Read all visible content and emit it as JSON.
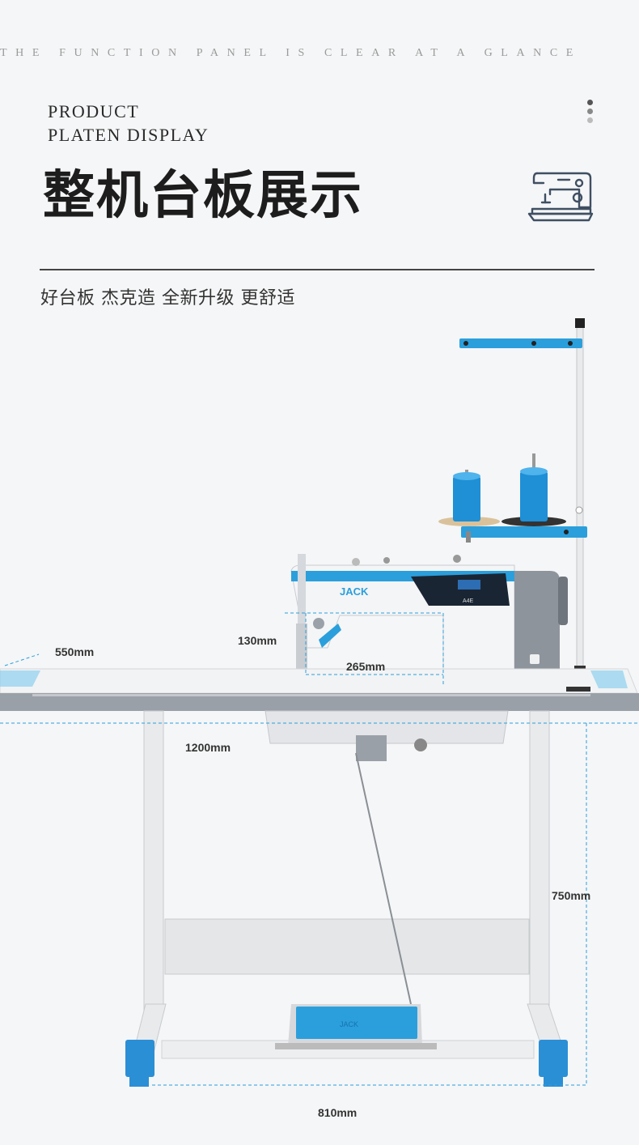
{
  "header": {
    "tagline": "THE FUNCTION PANEL IS CLEAR AT A GLANCE",
    "english_title_line1": "PRODUCT",
    "english_title_line2": "PLATEN DISPLAY",
    "chinese_title": "整机台板展示",
    "divider_icon": "sewing-machine-icon",
    "menu_icon": "vertical-dots-icon"
  },
  "subtitle": "好台板 杰克造 全新升级 更舒适",
  "product": {
    "brand_label": "JACK",
    "model_label": "A4E",
    "pedal_label": "JACK",
    "accent_color": "#2b9fdc"
  },
  "dimensions": {
    "depth": "550mm",
    "arm_height": "130mm",
    "arm_space": "265mm",
    "table_length": "1200mm",
    "table_height": "750mm",
    "stand_width": "810mm"
  }
}
